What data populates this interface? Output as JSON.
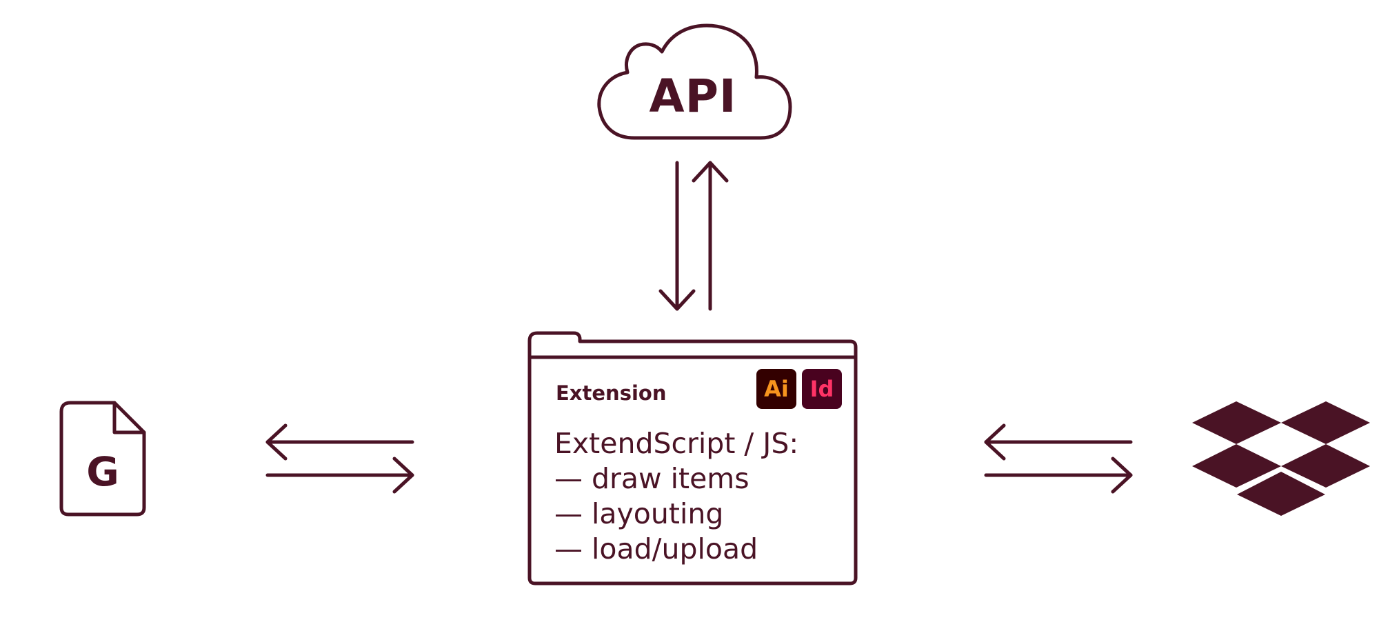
{
  "cloud": {
    "label": "API",
    "icon": "cloud-icon"
  },
  "google_doc": {
    "icon": "google-doc-icon",
    "letter": "G"
  },
  "dropbox": {
    "icon": "dropbox-icon"
  },
  "extension": {
    "title": "Extension",
    "badges": [
      {
        "label": "Ai",
        "text_color": "#f7941e",
        "bg_color": "#330000",
        "icon": "illustrator-badge-icon"
      },
      {
        "label": "Id",
        "text_color": "#ff3366",
        "bg_color": "#49021f",
        "icon": "indesign-badge-icon"
      }
    ],
    "lines": [
      "ExtendScript / JS:",
      "— draw items",
      "— layouting",
      "— load/upload"
    ]
  },
  "colors": {
    "primary": "#4a1325",
    "background": "#ffffff"
  }
}
